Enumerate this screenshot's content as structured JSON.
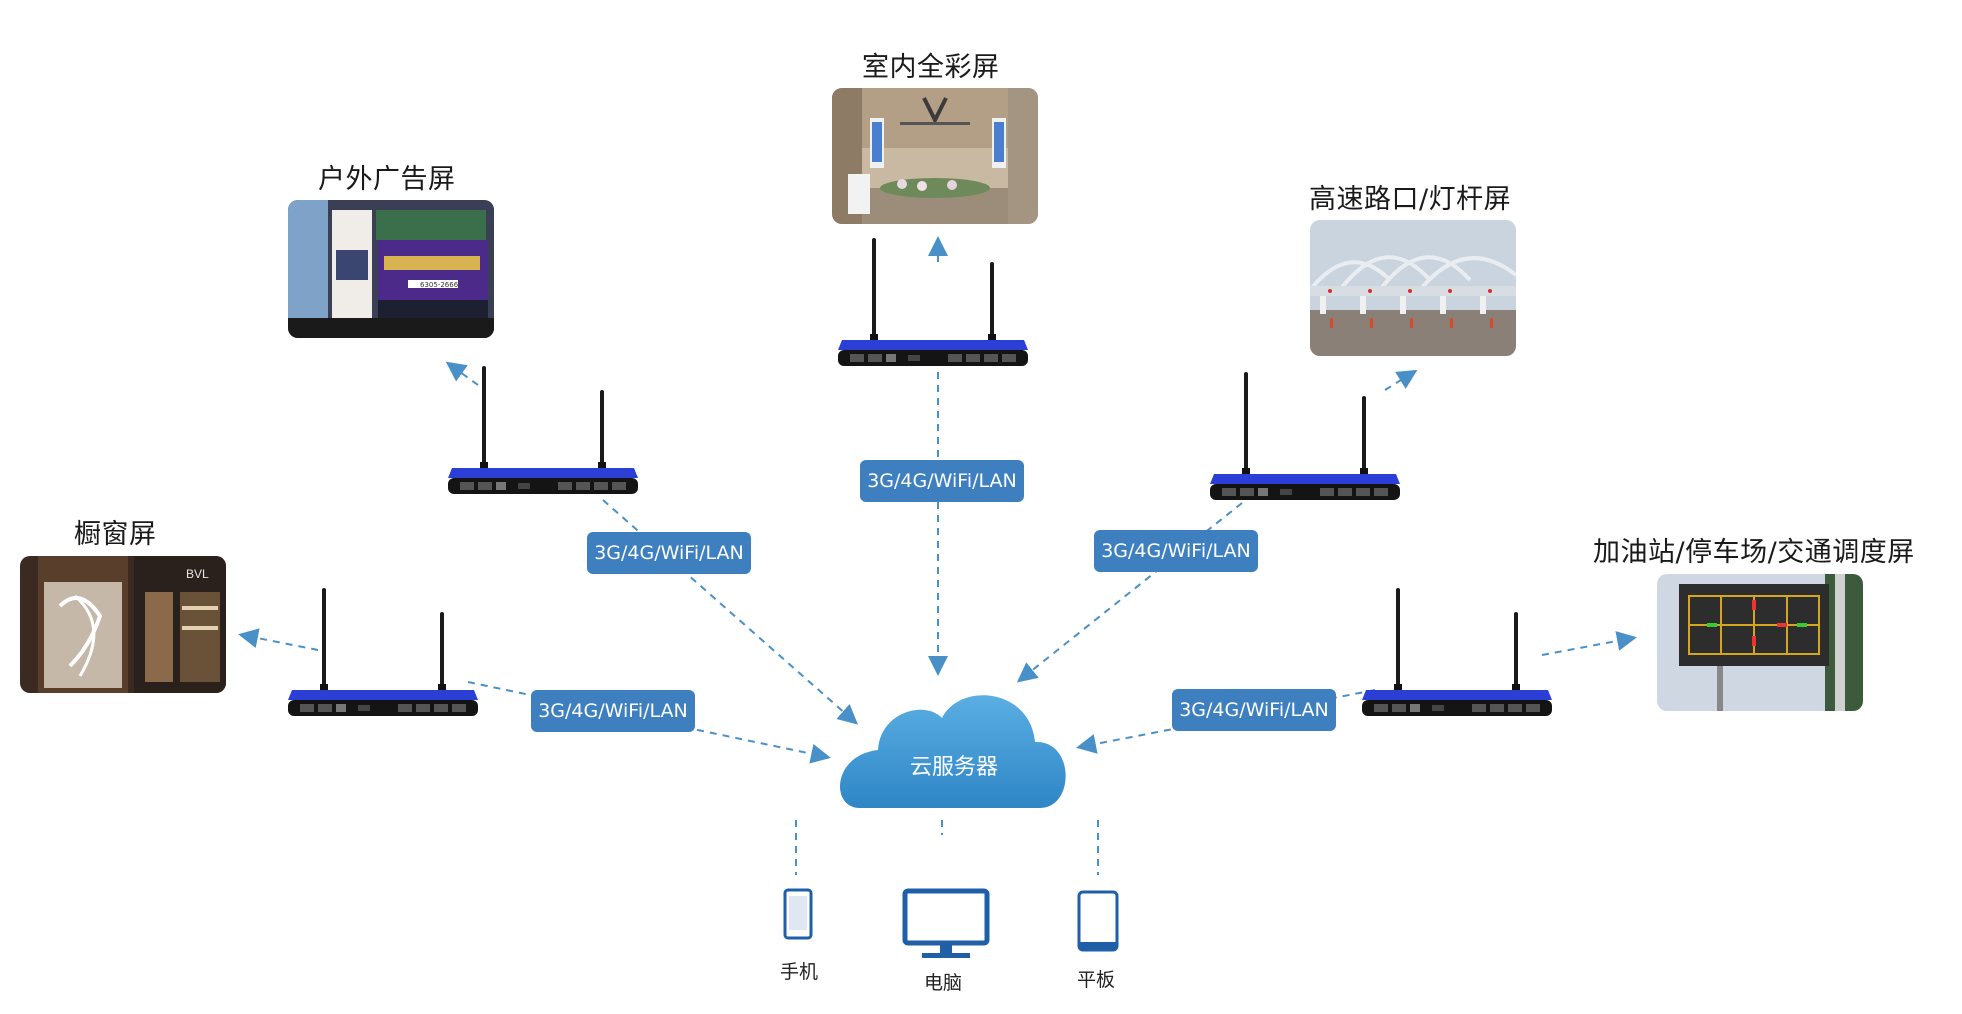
{
  "titles": {
    "indoor": "室内全彩屏",
    "outdoor": "户外广告屏",
    "highway": "高速路口/灯杆屏",
    "window": "橱窗屏",
    "gas": "加油站/停车场/交通调度屏"
  },
  "connection_label": "3G/4G/WiFi/LAN",
  "cloud_label": "云服务器",
  "devices": {
    "phone": "手机",
    "pc": "电脑",
    "tablet": "平板"
  },
  "photo_text": {
    "billboard_phone": "6305-2666",
    "window_brand": "BVL"
  },
  "colors": {
    "arrow": "#4a90c8",
    "badge": "#3d7fbf",
    "router_blue": "#2b3fd6",
    "cloud_top": "#5aaee3",
    "cloud_bottom": "#2f86c6",
    "device_blue": "#1f5fa8"
  }
}
